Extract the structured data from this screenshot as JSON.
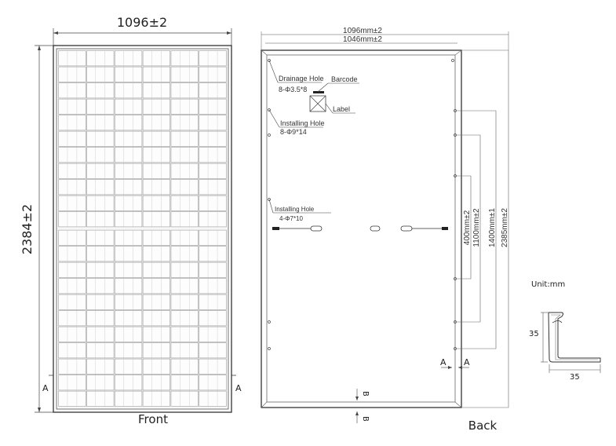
{
  "front": {
    "width_label": "1096±2",
    "height_label": "2384±2",
    "caption": "Front",
    "section_mark": "A",
    "cell_rows": 22,
    "cell_cols": 6
  },
  "back": {
    "width_outer_label": "1096mm±2",
    "width_inner_label": "1046mm±2",
    "drainage_hole_label": "Drainage Hole",
    "drainage_hole_spec": "8-Φ3.5*8",
    "barcode_label": "Barcode",
    "label_label": "Label",
    "installing_hole_label": "Installing Hole",
    "installing_hole_spec": "8-Φ9*14",
    "installing_hole2_label": "Installing Hole",
    "installing_hole2_spec": "4-Φ7*10",
    "dim_400": "400mm±2",
    "dim_1100": "1100mm±2",
    "dim_1400": "1400mm±1",
    "dim_2385": "2385mm±2",
    "section_a": "A",
    "section_b": "B",
    "caption": "Back"
  },
  "profile": {
    "unit_label": "Unit:mm",
    "height_label": "35",
    "width_label": "35"
  }
}
